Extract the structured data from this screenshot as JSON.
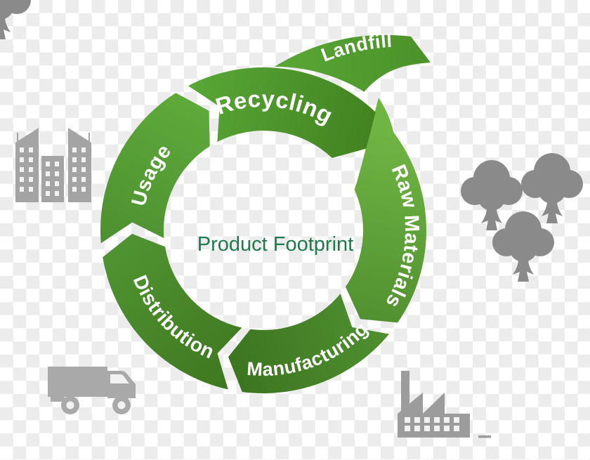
{
  "diagram": {
    "center_label": "Product Footprint",
    "segments": [
      {
        "id": "raw-materials",
        "label": "Raw Materials"
      },
      {
        "id": "manufacturing",
        "label": "Manufacturing"
      },
      {
        "id": "distribution",
        "label": "Distribution"
      },
      {
        "id": "usage",
        "label": "Usage"
      },
      {
        "id": "recycling",
        "label": "Recycling"
      },
      {
        "id": "landfill",
        "label": "Landfill"
      }
    ],
    "icons": [
      {
        "name": "buildings-icon"
      },
      {
        "name": "trees-icon"
      },
      {
        "name": "truck-icon"
      },
      {
        "name": "factory-icon"
      }
    ]
  },
  "colors": {
    "checker_light": "#ffffff",
    "checker_dark": "#ececec",
    "label_text": "#ffffff",
    "center_text": "#1d7a4b",
    "window_light": "#f2f2f2",
    "recycling_light": "#58a736",
    "recycling_dark": "#41801f",
    "raw_light": "#6fb543",
    "raw_dark": "#519030",
    "manufacturing_light": "#4f9030",
    "manufacturing_dark": "#3c7420",
    "distribution_light": "#4f9231",
    "distribution_dark": "#3e771f",
    "usage_light": "#5ea93a",
    "usage_dark": "#4d9030",
    "landfill_light": "#58a535",
    "landfill_dark": "#4b9228",
    "buildings_gray": "#a4a4a4",
    "trees_gray": "#8a8a8a",
    "truck_gray": "#a9a9a9",
    "factory_gray": "#9c9c9c"
  }
}
